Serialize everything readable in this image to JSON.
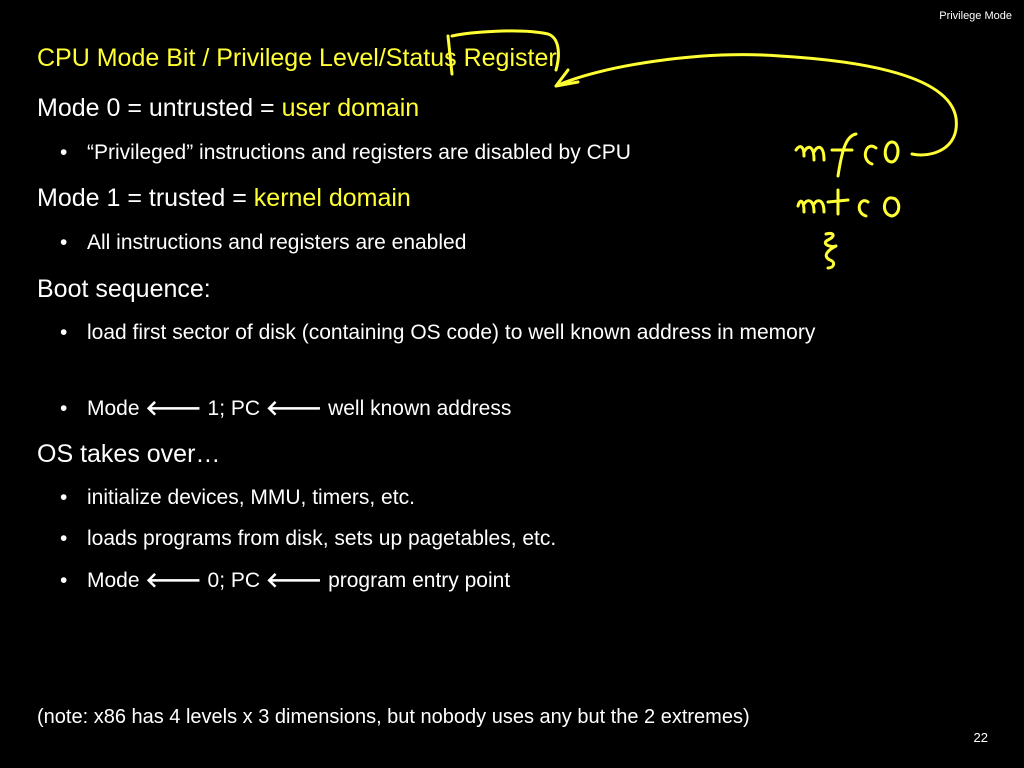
{
  "header": {
    "title": "Privilege Mode"
  },
  "heading": {
    "prefix": "CPU Mode Bit / Privilege Level",
    "separator": "/",
    "suffix": "Status Register"
  },
  "mode0": {
    "text": "Mode 0 = untrusted = ",
    "highlight": "user domain"
  },
  "mode0_bullet": "“Privileged” instructions and registers are disabled by CPU",
  "mode1": {
    "text": "Mode 1 = trusted = ",
    "highlight": "kernel domain"
  },
  "mode1_bullet": "All instructions and registers are enabled",
  "boot": {
    "title": "Boot sequence:",
    "bullets": [
      "load first sector of disk (containing OS code) to well known address in memory",
      {
        "a": "Mode ",
        "arrow1": "🡐",
        "b": " 1; PC ",
        "arrow2": "🡐",
        "c": " well known address"
      }
    ]
  },
  "os": {
    "title": "OS takes over…",
    "bullets": [
      "initialize devices, MMU, timers, etc.",
      "loads programs from disk, sets up pagetables, etc.",
      {
        "a": "Mode ",
        "arrow1": "🡐",
        "b": " 0; PC ",
        "arrow2": "🡐",
        "c": " program entry point"
      }
    ]
  },
  "note": "(note: x86 has 4 levels x 3 dimensions, but nobody uses any but the 2 extremes)",
  "page_number": "22",
  "bullet_glyph": "•",
  "annotation": {
    "lines": [
      "mfc0",
      "mtc0",
      "ξ"
    ],
    "ink_color": "#ffff33"
  },
  "colors": {
    "background": "#000000",
    "text": "#ffffff",
    "accent": "#ffff33"
  }
}
